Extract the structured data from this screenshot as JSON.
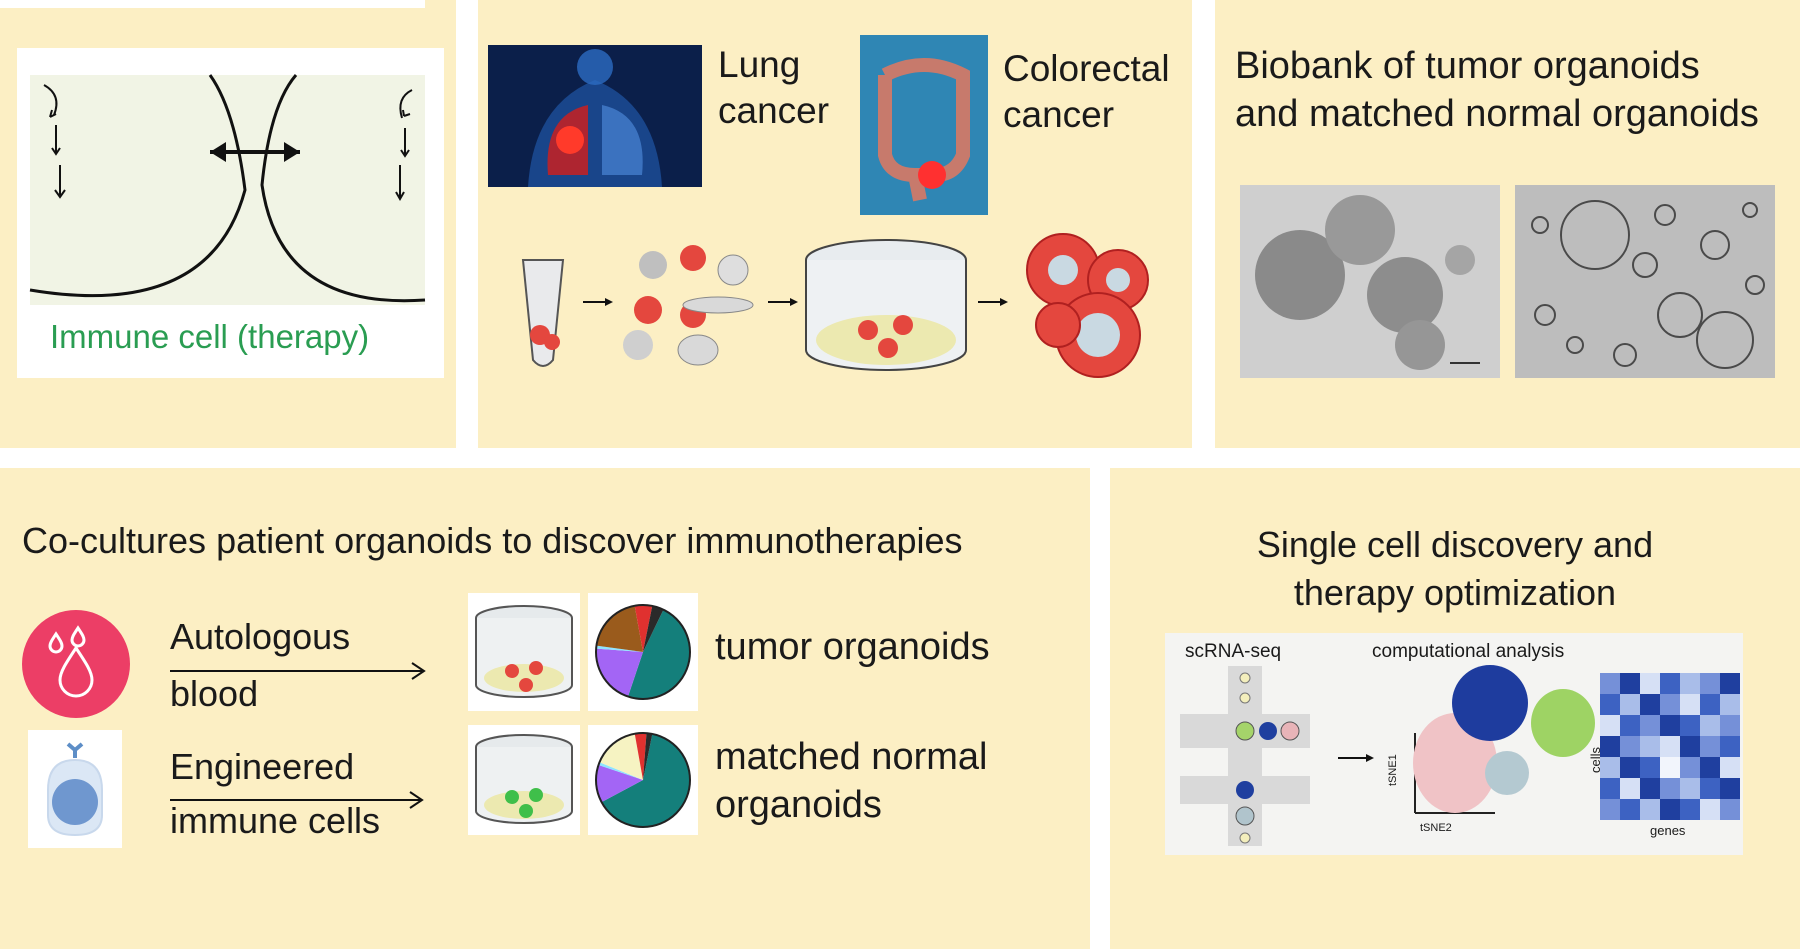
{
  "panel_immune": {
    "label": "Immune cell (therapy)"
  },
  "panel_cancer": {
    "lung_label": "Lung cancer",
    "colorectal_label": "Colorectal cancer"
  },
  "panel_biobank": {
    "title_line1": "Biobank of tumor organoids",
    "title_line2": "and matched normal organoids"
  },
  "panel_coculture": {
    "title": "Co-cultures patient organoids to discover immunotherapies",
    "row1": {
      "arrow_top": "Autologous",
      "arrow_bottom": "blood",
      "result": "tumor organoids"
    },
    "row2": {
      "arrow_top": "Engineered",
      "arrow_bottom": "immune cells",
      "result_line1": "matched normal",
      "result_line2": "organoids"
    }
  },
  "panel_singlecell": {
    "title_line1": "Single cell discovery and",
    "title_line2": "therapy optimization",
    "scrna_label": "scRNA-seq",
    "analysis_label": "computational analysis",
    "tsne1": "tSNE1",
    "tsne2": "tSNE2",
    "cells_label": "cells",
    "genes_label": "genes"
  },
  "chart_data": [
    {
      "type": "pie",
      "categories": [
        "teal",
        "purple",
        "light blue",
        "brown",
        "red",
        "black"
      ],
      "values": [
        48,
        21,
        1,
        20,
        6,
        4
      ]
    },
    {
      "type": "pie",
      "categories": [
        "teal",
        "purple",
        "light blue",
        "cream",
        "red",
        "black"
      ],
      "values": [
        64,
        13,
        1,
        16,
        4,
        2
      ]
    }
  ],
  "colors": {
    "panel_bg": "#fcefc4",
    "teal": "#147f7b",
    "purple": "#a365f5",
    "brown": "#9a5b1c",
    "red": "#e0312f",
    "immune_green": "#2a9d52",
    "pink": "#ec3e66"
  }
}
